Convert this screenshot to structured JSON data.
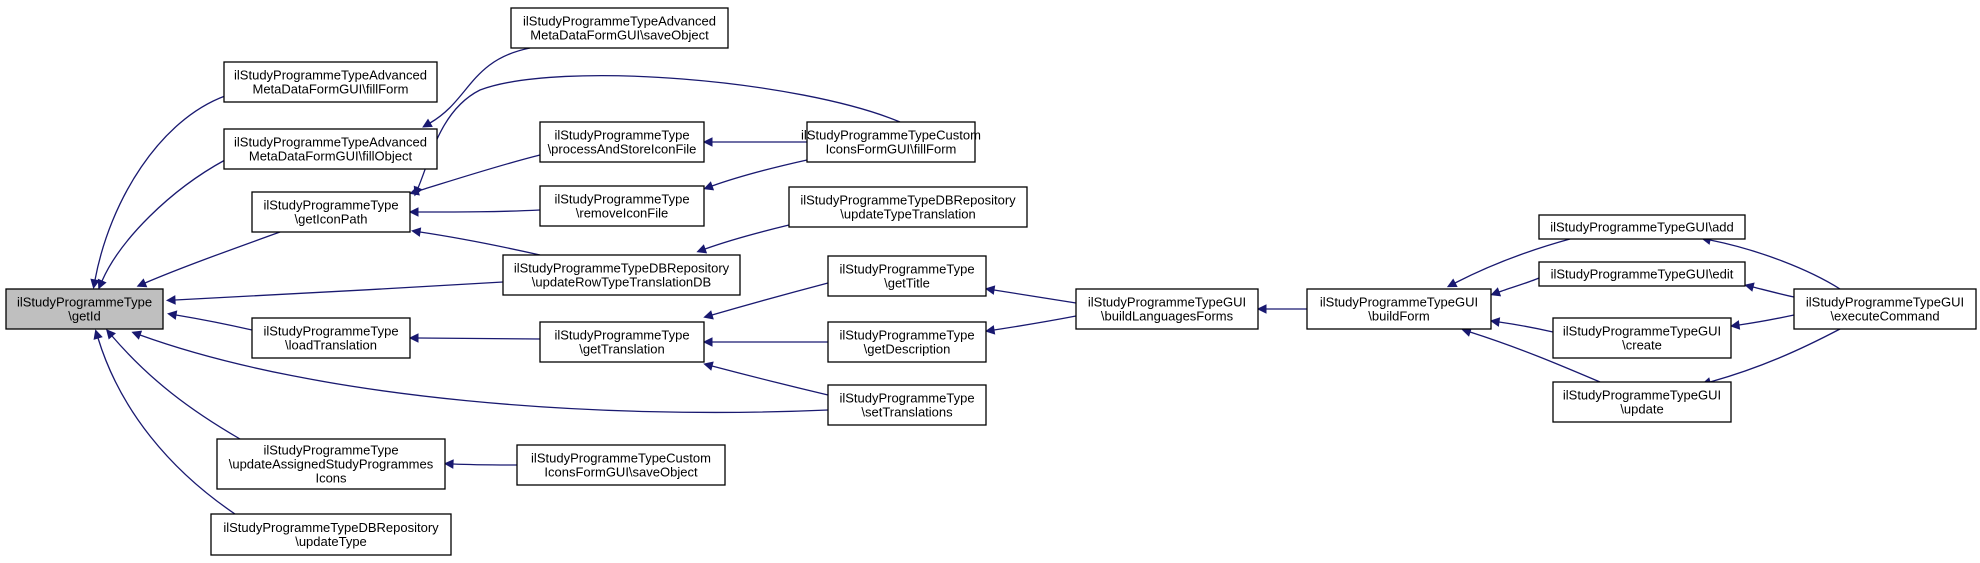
{
  "graph": {
    "edge_color": "#191970",
    "root_fill": "#bfbfbf",
    "nodes": [
      {
        "id": "getId",
        "lines": [
          "ilStudyProgrammeType",
          "\\getId"
        ],
        "root": true
      },
      {
        "id": "fillForm_adv",
        "lines": [
          "ilStudyProgrammeTypeAdvanced",
          "MetaDataFormGUI\\fillForm"
        ]
      },
      {
        "id": "fillObject_adv",
        "lines": [
          "ilStudyProgrammeTypeAdvanced",
          "MetaDataFormGUI\\fillObject"
        ]
      },
      {
        "id": "saveObject_adv",
        "lines": [
          "ilStudyProgrammeTypeAdvanced",
          "MetaDataFormGUI\\saveObject"
        ]
      },
      {
        "id": "getIconPath",
        "lines": [
          "ilStudyProgrammeType",
          "\\getIconPath"
        ]
      },
      {
        "id": "processAndStoreIconFile",
        "lines": [
          "ilStudyProgrammeType",
          "\\processAndStoreIconFile"
        ]
      },
      {
        "id": "removeIconFile",
        "lines": [
          "ilStudyProgrammeType",
          "\\removeIconFile"
        ]
      },
      {
        "id": "customIcons_fillForm",
        "lines": [
          "ilStudyProgrammeTypeCustom",
          "IconsFormGUI\\fillForm"
        ]
      },
      {
        "id": "updateTypeTranslation",
        "lines": [
          "ilStudyProgrammeTypeDBRepository",
          "\\updateTypeTranslation"
        ]
      },
      {
        "id": "updateRowTypeTranslationDB",
        "lines": [
          "ilStudyProgrammeTypeDBRepository",
          "\\updateRowTypeTranslationDB"
        ]
      },
      {
        "id": "loadTranslation",
        "lines": [
          "ilStudyProgrammeType",
          "\\loadTranslation"
        ]
      },
      {
        "id": "getTranslation",
        "lines": [
          "ilStudyProgrammeType",
          "\\getTranslation"
        ]
      },
      {
        "id": "getTitle",
        "lines": [
          "ilStudyProgrammeType",
          "\\getTitle"
        ]
      },
      {
        "id": "getDescription",
        "lines": [
          "ilStudyProgrammeType",
          "\\getDescription"
        ]
      },
      {
        "id": "setTranslations",
        "lines": [
          "ilStudyProgrammeType",
          "\\setTranslations"
        ]
      },
      {
        "id": "updateAssignedIcons",
        "lines": [
          "ilStudyProgrammeType",
          "\\updateAssignedStudyProgrammes",
          "Icons"
        ]
      },
      {
        "id": "customIcons_saveObject",
        "lines": [
          "ilStudyProgrammeTypeCustom",
          "IconsFormGUI\\saveObject"
        ]
      },
      {
        "id": "updateType",
        "lines": [
          "ilStudyProgrammeTypeDBRepository",
          "\\updateType"
        ]
      },
      {
        "id": "buildLanguagesForms",
        "lines": [
          "ilStudyProgrammeTypeGUI",
          "\\buildLanguagesForms"
        ]
      },
      {
        "id": "buildForm",
        "lines": [
          "ilStudyProgrammeTypeGUI",
          "\\buildForm"
        ]
      },
      {
        "id": "gui_add",
        "lines": [
          "ilStudyProgrammeTypeGUI\\add"
        ]
      },
      {
        "id": "gui_edit",
        "lines": [
          "ilStudyProgrammeTypeGUI\\edit"
        ]
      },
      {
        "id": "gui_create",
        "lines": [
          "ilStudyProgrammeTypeGUI",
          "\\create"
        ]
      },
      {
        "id": "gui_update",
        "lines": [
          "ilStudyProgrammeTypeGUI",
          "\\update"
        ]
      },
      {
        "id": "executeCommand",
        "lines": [
          "ilStudyProgrammeTypeGUI",
          "\\executeCommand"
        ]
      }
    ],
    "edges": [
      {
        "from": "fillForm_adv",
        "to": "getId"
      },
      {
        "from": "fillObject_adv",
        "to": "getId"
      },
      {
        "from": "getIconPath",
        "to": "getId"
      },
      {
        "from": "updateRowTypeTranslationDB",
        "to": "getId"
      },
      {
        "from": "loadTranslation",
        "to": "getId"
      },
      {
        "from": "setTranslations",
        "to": "getId"
      },
      {
        "from": "updateAssignedIcons",
        "to": "getId"
      },
      {
        "from": "updateType",
        "to": "getId"
      },
      {
        "from": "saveObject_adv",
        "to": "fillObject_adv"
      },
      {
        "from": "customIcons_fillForm",
        "to": "getIconPath"
      },
      {
        "from": "processAndStoreIconFile",
        "to": "getIconPath"
      },
      {
        "from": "removeIconFile",
        "to": "getIconPath"
      },
      {
        "from": "updateRowTypeTranslationDB",
        "to": "getIconPath"
      },
      {
        "from": "customIcons_fillForm",
        "to": "processAndStoreIconFile"
      },
      {
        "from": "customIcons_fillForm",
        "to": "removeIconFile"
      },
      {
        "from": "updateTypeTranslation",
        "to": "updateRowTypeTranslationDB"
      },
      {
        "from": "getTranslation",
        "to": "loadTranslation"
      },
      {
        "from": "getTitle",
        "to": "getTranslation"
      },
      {
        "from": "getDescription",
        "to": "getTranslation"
      },
      {
        "from": "setTranslations",
        "to": "getTranslation"
      },
      {
        "from": "buildLanguagesForms",
        "to": "getTitle"
      },
      {
        "from": "buildLanguagesForms",
        "to": "getDescription"
      },
      {
        "from": "customIcons_saveObject",
        "to": "updateAssignedIcons"
      },
      {
        "from": "buildForm",
        "to": "buildLanguagesForms"
      },
      {
        "from": "gui_add",
        "to": "buildForm"
      },
      {
        "from": "gui_edit",
        "to": "buildForm"
      },
      {
        "from": "gui_create",
        "to": "buildForm"
      },
      {
        "from": "gui_update",
        "to": "buildForm"
      },
      {
        "from": "executeCommand",
        "to": "gui_add"
      },
      {
        "from": "executeCommand",
        "to": "gui_edit"
      },
      {
        "from": "executeCommand",
        "to": "gui_create"
      },
      {
        "from": "executeCommand",
        "to": "gui_update"
      }
    ]
  }
}
